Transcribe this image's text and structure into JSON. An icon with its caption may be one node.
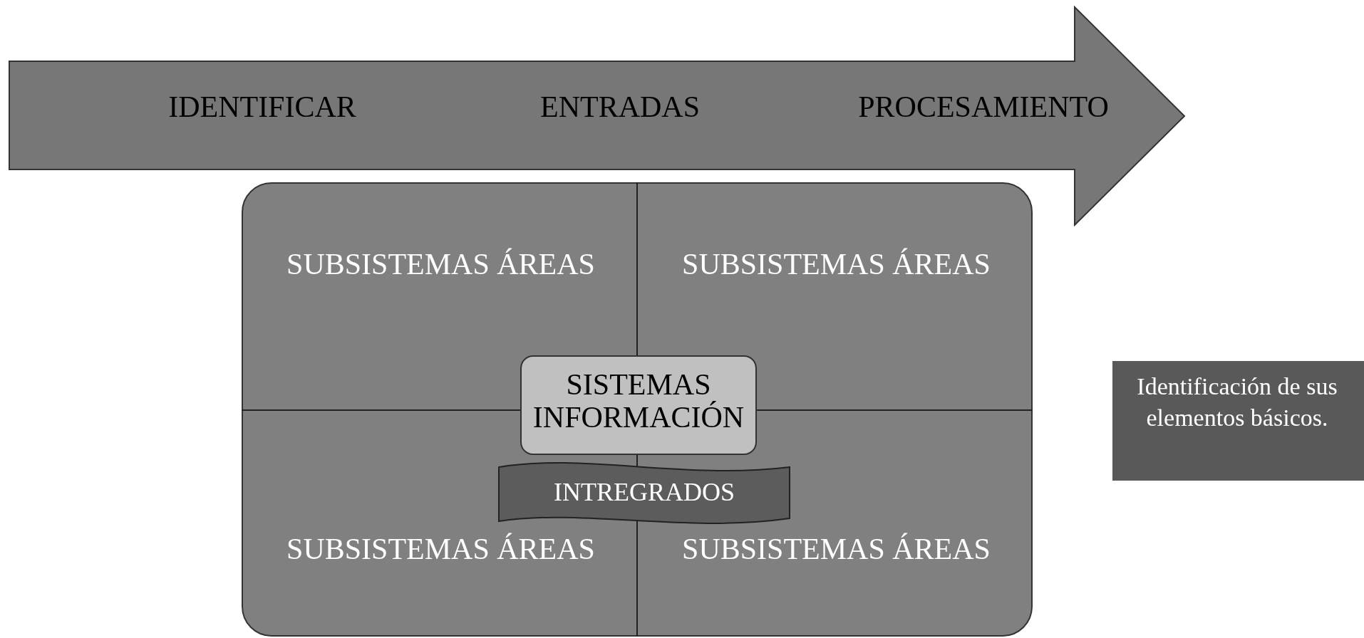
{
  "diagram": {
    "nodes": [
      {
        "text": [
          "IDENTIFICAR",
          "ENTRADAS",
          "PROCESAMIENTO"
        ]
      },
      {
        "text": [],
        "shape": "box"
      },
      {
        "text": [
          "SUBSISTEMAS ÁREAS"
        ],
        "in": 1
      },
      {
        "text": [
          "SUBSISTEMAS ÁREAS"
        ],
        "in": 1
      },
      {
        "text": [
          "SISTEMAS INFORMACIÓN"
        ],
        "in": 1
      },
      {
        "text": [
          "INTREGRADOS"
        ],
        "in": 1
      },
      {
        "text": [
          "SUBSISTEMAS ÁREAS"
        ],
        "in": 1
      },
      {
        "text": [
          "SUBSISTEMAS ÁREAS"
        ],
        "in": 1
      },
      {
        "text": [
          "Identificación de sus elementos básicos."
        ]
      }
    ]
  }
}
